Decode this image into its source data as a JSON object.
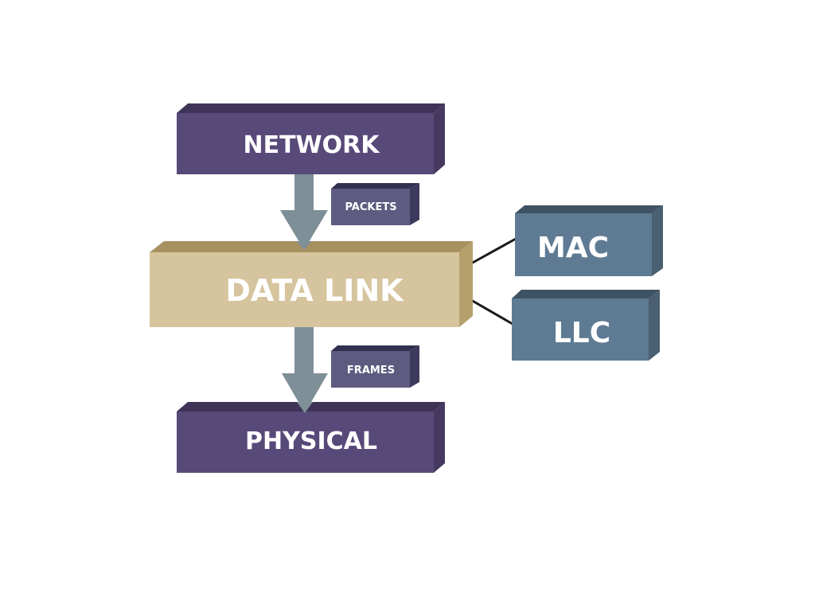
{
  "diagram": {
    "title": "Data Link Layer",
    "layers": {
      "network": {
        "label": "NETWORK",
        "color": "#574a79"
      },
      "data_link": {
        "label": "DATA LINK",
        "color": "#d5c49d"
      },
      "physical": {
        "label": "PHYSICAL",
        "color": "#574a79"
      }
    },
    "flows": {
      "packets": {
        "label": "PACKETS",
        "color": "#5d5b80"
      },
      "frames": {
        "label": "FRAMES",
        "color": "#5d5b80"
      }
    },
    "sublayers": {
      "mac": {
        "label": "MAC",
        "color": "#5e7b93"
      },
      "llc": {
        "label": "LLC",
        "color": "#5e7b93"
      }
    },
    "arrow_color": "#7f8f97",
    "connector_color": "#1a1a1a"
  }
}
